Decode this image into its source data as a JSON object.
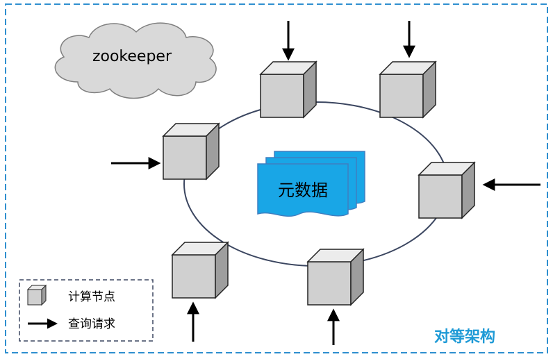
{
  "cloud_label": "zookeeper",
  "metadata_label": "元数据",
  "legend": {
    "node_label": "计算节点",
    "query_label": "查询请求"
  },
  "architecture_title": "对等架构",
  "colors": {
    "frame": "#2e8fcf",
    "title": "#1e9ad6",
    "metadata_fill": "#19a6e6",
    "metadata_stroke": "#3f7fc0",
    "ring": "#3b4660",
    "cube_front": "#d0d0d0",
    "cube_top": "#ececec",
    "cube_side": "#9e9e9e",
    "cloud": "#d9d9d9"
  },
  "nodes": [
    {
      "id": "top-left",
      "arrow": "down"
    },
    {
      "id": "top-right",
      "arrow": "down"
    },
    {
      "id": "left",
      "arrow": "right"
    },
    {
      "id": "right",
      "arrow": "left"
    },
    {
      "id": "bottom-left",
      "arrow": "up"
    },
    {
      "id": "bottom-right",
      "arrow": "up"
    }
  ]
}
